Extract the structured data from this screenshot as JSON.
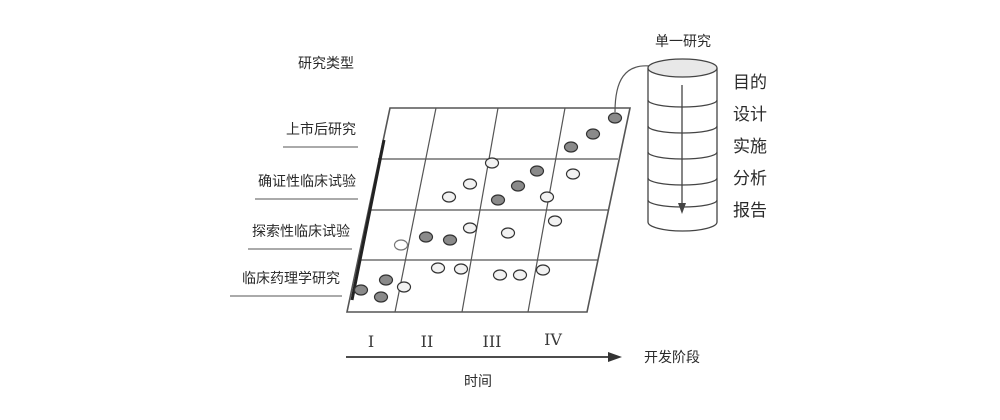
{
  "axis_title": "研究类型",
  "study_types": [
    "上市后研究",
    "确证性临床试验",
    "探索性临床试验",
    "临床药理学研究"
  ],
  "phases": [
    "I",
    "II",
    "III",
    "IV"
  ],
  "phase_axis_label": "开发阶段",
  "time_label": "时间",
  "single_study_label": "单一研究",
  "study_steps": [
    "目的",
    "设计",
    "实施",
    "分析",
    "报告"
  ],
  "colors": {
    "line": "#555555",
    "dot_filled": "#8a8a8a",
    "dot_light": "#f2f2f2"
  }
}
